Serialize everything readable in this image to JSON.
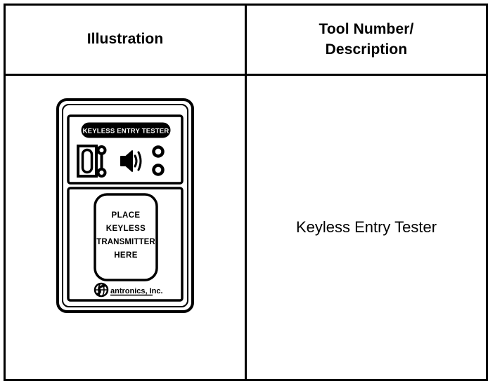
{
  "table": {
    "headers": {
      "illustration": "Illustration",
      "tool_number_line1": "Tool Number/",
      "tool_number_line2": "Description"
    },
    "rows": [
      {
        "description": "Keyless Entry Tester",
        "illustration": {
          "device_name": "keyless-entry-tester",
          "badge_label": "KEYLESS ENTRY TESTER",
          "pad_text_lines": [
            "PLACE",
            "KEYLESS",
            "TRANSMITTER",
            "HERE"
          ],
          "brand_text": "antronics, Inc.",
          "controls": [
            "connector-slot-icon",
            "antenna-icon",
            "speaker-icon",
            "led-indicator-top",
            "led-indicator-bottom"
          ]
        }
      }
    ]
  },
  "colors": {
    "ink": "#000000",
    "paper": "#ffffff"
  }
}
